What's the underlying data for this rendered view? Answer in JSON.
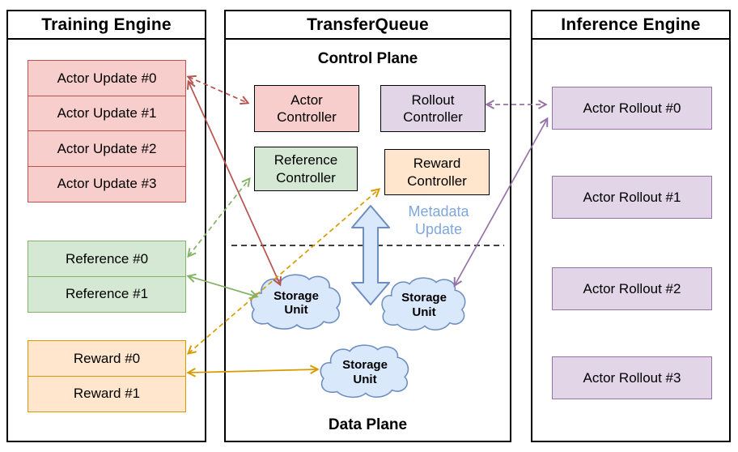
{
  "diagram": {
    "training": {
      "title": "Training Engine",
      "actor_updates": [
        "Actor Update #0",
        "Actor Update #1",
        "Actor Update #2",
        "Actor Update #3"
      ],
      "references": [
        "Reference #0",
        "Reference #1"
      ],
      "rewards": [
        "Reward #0",
        "Reward #1"
      ]
    },
    "transfer_queue": {
      "title": "TransferQueue",
      "control_plane": "Control Plane",
      "data_plane": "Data Plane",
      "actor_controller": "Actor Controller",
      "rollout_controller": "Rollout Controller",
      "reference_controller": "Reference Controller",
      "reward_controller": "Reward Controller",
      "metadata_update": "Metadata Update",
      "storage_unit": "Storage Unit"
    },
    "inference": {
      "title": "Inference Engine",
      "rollouts": [
        "Actor Rollout #0",
        "Actor Rollout #1",
        "Actor Rollout #2",
        "Actor Rollout #3"
      ]
    },
    "colors": {
      "red_fill": "#f8cecc",
      "red_stroke": "#b85450",
      "green_fill": "#d5e8d4",
      "green_stroke": "#82b366",
      "orange_fill": "#ffe6cc",
      "orange_stroke": "#d79b00",
      "purple_fill": "#e1d5e7",
      "purple_stroke": "#9673a6",
      "blue_fill": "#dae8fc",
      "blue_stroke": "#6c8ebf",
      "metadata_text": "#7ea6e0"
    },
    "connections": [
      {
        "from": "Actor Update #0",
        "to": "Actor Controller",
        "style": "dashed",
        "bidirectional": true,
        "color": "#b85450"
      },
      {
        "from": "Actor Update #0",
        "to": "Storage Unit (left)",
        "style": "solid",
        "bidirectional": true,
        "color": "#b85450"
      },
      {
        "from": "Reference #0",
        "to": "Reference Controller",
        "style": "dashed",
        "bidirectional": true,
        "color": "#82b366"
      },
      {
        "from": "Reference #1",
        "to": "Storage Unit (left)",
        "style": "solid",
        "bidirectional": true,
        "color": "#82b366"
      },
      {
        "from": "Reward #0",
        "to": "Reward Controller",
        "style": "dashed",
        "bidirectional": true,
        "color": "#d79b00"
      },
      {
        "from": "Reward #0",
        "to": "Storage Unit (bottom)",
        "style": "solid",
        "bidirectional": true,
        "color": "#d79b00"
      },
      {
        "from": "Rollout Controller",
        "to": "Actor Rollout #0",
        "style": "dashed",
        "bidirectional": true,
        "color": "#9673a6"
      },
      {
        "from": "Actor Rollout #0",
        "to": "Storage Unit (right)",
        "style": "solid",
        "bidirectional": true,
        "color": "#9673a6"
      },
      {
        "from": "Control Plane",
        "to": "Data Plane",
        "style": "block-double-arrow",
        "label": "Metadata Update",
        "color": "#dae8fc"
      }
    ]
  }
}
